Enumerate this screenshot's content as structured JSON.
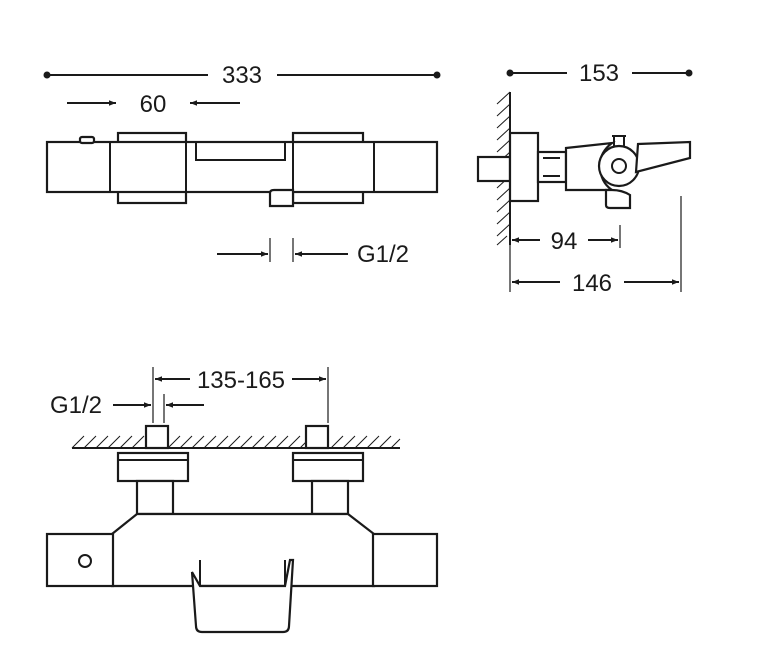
{
  "dimensions": {
    "overall_length": "333",
    "spout_width": "60",
    "outlet_thread": "G1/2",
    "projection_depth": "153",
    "spout_reach": "94",
    "handle_reach": "146",
    "inlet_spacing": "135-165",
    "inlet_thread": "G1/2"
  }
}
